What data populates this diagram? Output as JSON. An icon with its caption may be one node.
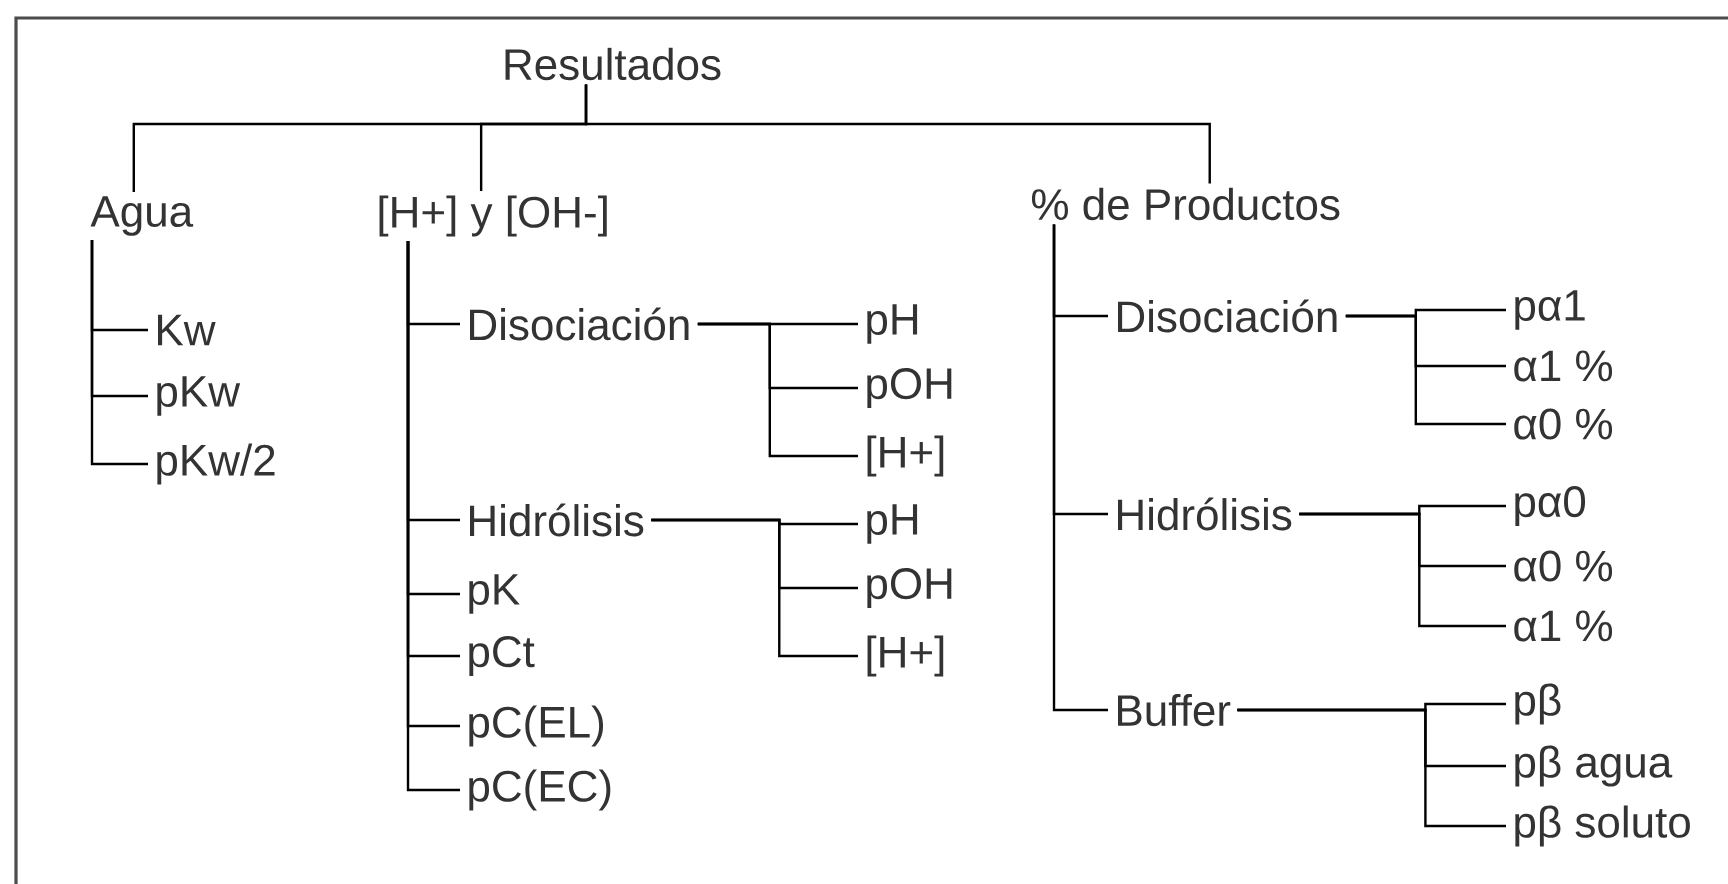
{
  "diagram": {
    "nodes": [
      {
        "text": [
          "Resultados"
        ]
      },
      {
        "text": [
          "Agua"
        ]
      },
      {
        "text": [
          "Kw"
        ]
      },
      {
        "text": [
          "pKw"
        ]
      },
      {
        "text": [
          "pKw/2"
        ]
      },
      {
        "text": [
          "[H+] y [OH-]"
        ]
      },
      {
        "text": [
          "Disociación"
        ]
      },
      {
        "text": [
          "pH"
        ]
      },
      {
        "text": [
          "pOH"
        ]
      },
      {
        "text": [
          "[H+]"
        ]
      },
      {
        "text": [
          "Hidrólisis"
        ]
      },
      {
        "text": [
          "pH"
        ]
      },
      {
        "text": [
          "pOH"
        ]
      },
      {
        "text": [
          "[H+]"
        ]
      },
      {
        "text": [
          "pK"
        ]
      },
      {
        "text": [
          "pCt"
        ]
      },
      {
        "text": [
          "pC(EL)"
        ]
      },
      {
        "text": [
          "pC(EC)"
        ]
      },
      {
        "text": [
          "% de Productos"
        ]
      },
      {
        "text": [
          "Disociación"
        ]
      },
      {
        "text": [
          "pα1"
        ]
      },
      {
        "text": [
          "α1 %"
        ]
      },
      {
        "text": [
          "α0 %"
        ]
      },
      {
        "text": [
          "Hidrólisis"
        ]
      },
      {
        "text": [
          "pα0"
        ]
      },
      {
        "text": [
          "α0 %"
        ]
      },
      {
        "text": [
          "α1 %"
        ]
      },
      {
        "text": [
          "Buffer"
        ]
      },
      {
        "text": [
          "pβ"
        ]
      },
      {
        "text": [
          "pβ agua"
        ]
      },
      {
        "text": [
          "pβ soluto"
        ]
      }
    ],
    "edges": [
      {
        "from": 0,
        "to": 1,
        "arrow": "none"
      },
      {
        "from": 0,
        "to": 5,
        "arrow": "none"
      },
      {
        "from": 0,
        "to": 18,
        "arrow": "none"
      },
      {
        "from": 1,
        "to": 2,
        "arrow": "none"
      },
      {
        "from": 1,
        "to": 3,
        "arrow": "none"
      },
      {
        "from": 1,
        "to": 4,
        "arrow": "none"
      },
      {
        "from": 5,
        "to": 6,
        "arrow": "none"
      },
      {
        "from": 5,
        "to": 10,
        "arrow": "none"
      },
      {
        "from": 5,
        "to": 14,
        "arrow": "none"
      },
      {
        "from": 5,
        "to": 15,
        "arrow": "none"
      },
      {
        "from": 5,
        "to": 16,
        "arrow": "none"
      },
      {
        "from": 5,
        "to": 17,
        "arrow": "none"
      },
      {
        "from": 6,
        "to": 7,
        "arrow": "none"
      },
      {
        "from": 6,
        "to": 8,
        "arrow": "none"
      },
      {
        "from": 6,
        "to": 9,
        "arrow": "none"
      },
      {
        "from": 10,
        "to": 11,
        "arrow": "none"
      },
      {
        "from": 10,
        "to": 12,
        "arrow": "none"
      },
      {
        "from": 10,
        "to": 13,
        "arrow": "none"
      },
      {
        "from": 18,
        "to": 19,
        "arrow": "none"
      },
      {
        "from": 18,
        "to": 23,
        "arrow": "none"
      },
      {
        "from": 18,
        "to": 27,
        "arrow": "none"
      },
      {
        "from": 19,
        "to": 20,
        "arrow": "none"
      },
      {
        "from": 19,
        "to": 21,
        "arrow": "none"
      },
      {
        "from": 19,
        "to": 22,
        "arrow": "none"
      },
      {
        "from": 23,
        "to": 24,
        "arrow": "none"
      },
      {
        "from": 23,
        "to": 25,
        "arrow": "none"
      },
      {
        "from": 23,
        "to": 26,
        "arrow": "none"
      },
      {
        "from": 27,
        "to": 28,
        "arrow": "none"
      },
      {
        "from": 27,
        "to": 29,
        "arrow": "none"
      },
      {
        "from": 27,
        "to": 30,
        "arrow": "none"
      }
    ]
  }
}
